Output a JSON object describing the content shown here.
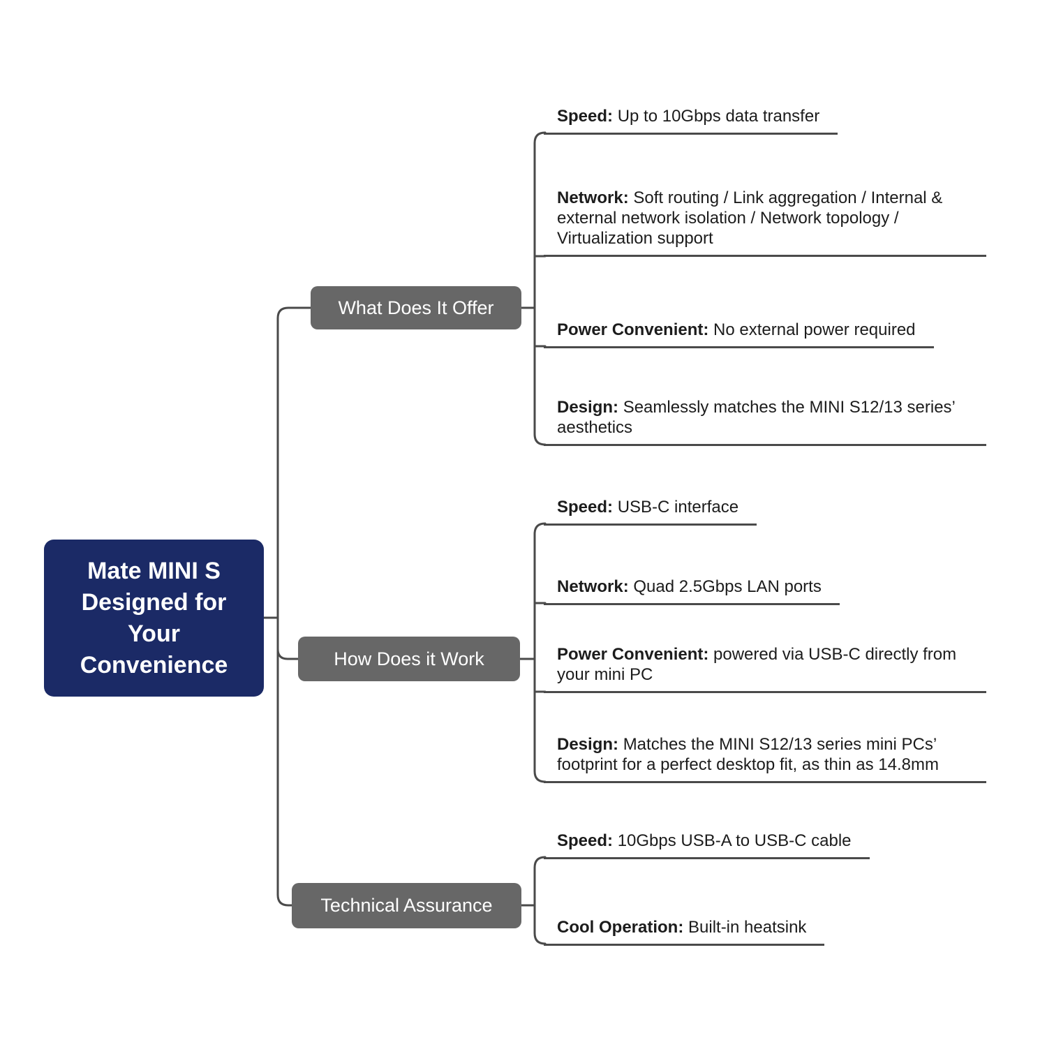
{
  "root": {
    "title": "Mate MINI S Designed for Your Convenience"
  },
  "branches": [
    {
      "label": "What Does It Offer",
      "leaves": [
        {
          "label": "Speed:",
          "text": "Up to 10Gbps data transfer"
        },
        {
          "label": "Network:",
          "text": "Soft routing / Link aggregation / Internal & external network isolation / Network topology / Virtualization support"
        },
        {
          "label": "Power Convenient:",
          "text": "No external power required"
        },
        {
          "label": "Design:",
          "text": "Seamlessly matches the MINI S12/13 series’ aesthetics"
        }
      ]
    },
    {
      "label": "How Does it Work",
      "leaves": [
        {
          "label": "Speed:",
          "text": "USB-C interface"
        },
        {
          "label": "Network:",
          "text": "Quad 2.5Gbps LAN ports"
        },
        {
          "label": "Power Convenient:",
          "text": "powered via USB-C directly from your mini PC"
        },
        {
          "label": "Design:",
          "text": "Matches the MINI S12/13 series mini PCs’ footprint for a perfect desktop fit, as thin as 14.8mm"
        }
      ]
    },
    {
      "label": "Technical Assurance",
      "leaves": [
        {
          "label": "Speed:",
          "text": "10Gbps USB-A to USB-C cable"
        },
        {
          "label": "Cool Operation:",
          "text": "Built-in heatsink"
        }
      ]
    }
  ],
  "colors": {
    "root_bg": "#1b2a66",
    "branch_bg": "#676767",
    "line": "#4a4a4a",
    "leaf_text": "#1c1c1c",
    "node_text": "#ffffff",
    "background": "#ffffff"
  }
}
